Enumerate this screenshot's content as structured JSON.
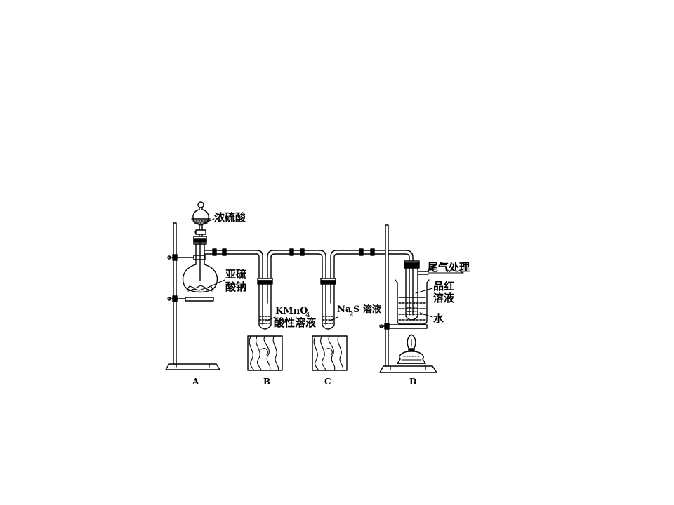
{
  "labels": {
    "conc_acid": "浓硫酸",
    "sulfite_line1": "亚硫",
    "sulfite_line2": "酸钠",
    "kmno4_main": "KMnO",
    "kmno4_sub": "4",
    "kmno4_line2": "酸性溶液",
    "na2s_main1": "Na",
    "na2s_sub": "2",
    "na2s_main2": "S 溶液",
    "tail_gas": "尾气处理",
    "pinhong_line1": "品红",
    "pinhong_line2": "溶液",
    "water": "水"
  },
  "apparatus_letters": [
    "A",
    "B",
    "C",
    "D"
  ],
  "colors": {
    "ink": "#000000",
    "paper": "#ffffff"
  }
}
